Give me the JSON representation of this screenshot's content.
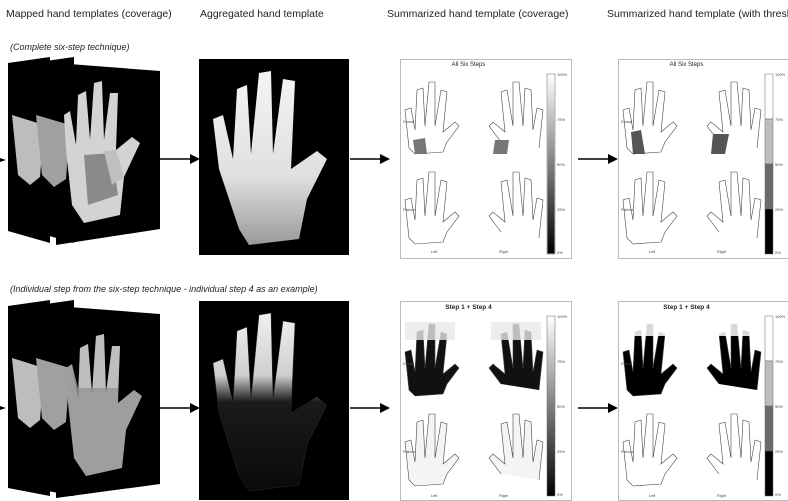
{
  "headers": {
    "col1": "Mapped hand templates (coverage)",
    "col2": "Aggregated hand template",
    "col3": "Summarized hand template (coverage)",
    "col4": "Summarized hand template (with threshold"
  },
  "rows": [
    {
      "subtitle": "(Complete six-step technique)",
      "summary_title": "All Six Steps"
    },
    {
      "subtitle": "(Individual step from the six-step technique - individual step 4 as an example)",
      "summary_title": "Step 1 + Step 4"
    }
  ],
  "plot_labels": {
    "dorsal": "Dorsal",
    "palmar": "Palmar",
    "left": "Left",
    "right": "Right"
  },
  "colorbar_ticks": [
    "100%",
    "75%",
    "50%",
    "25%",
    "0%"
  ],
  "colors": {
    "background": "#ffffff",
    "panel": "#000000",
    "hand_light": "#d9d9d9",
    "hand_mid": "#9a9a9a",
    "hand_dark": "#5c5c5c"
  }
}
